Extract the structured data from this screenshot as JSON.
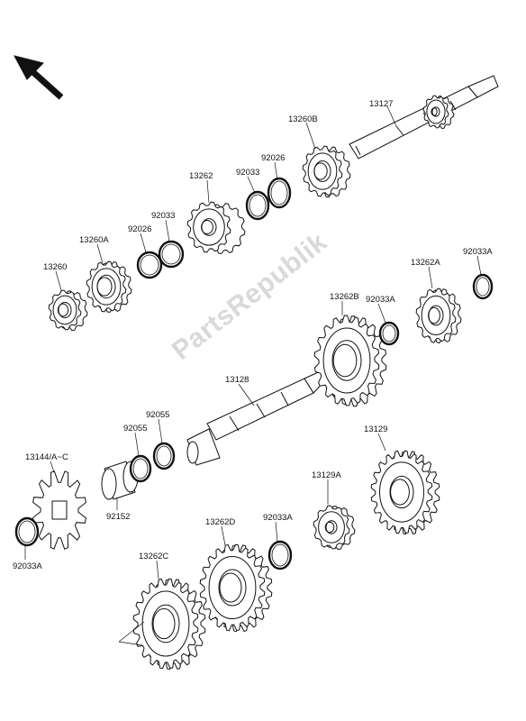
{
  "diagram": {
    "watermark": "PartsRepublik",
    "parts": [
      {
        "id": "13127",
        "label": "13127",
        "shape": "output-shaft"
      },
      {
        "id": "13260B",
        "label": "13260B",
        "shape": "gear"
      },
      {
        "id": "92026-upper",
        "label": "92026",
        "shape": "ring"
      },
      {
        "id": "92033-upper",
        "label": "92033",
        "shape": "ring"
      },
      {
        "id": "13262",
        "label": "13262",
        "shape": "gear"
      },
      {
        "id": "92033-mid",
        "label": "92033",
        "shape": "ring"
      },
      {
        "id": "92026-mid",
        "label": "92026",
        "shape": "ring"
      },
      {
        "id": "13260A",
        "label": "13260A",
        "shape": "gear"
      },
      {
        "id": "13260",
        "label": "13260",
        "shape": "gear"
      },
      {
        "id": "13262A",
        "label": "13262A",
        "shape": "gear"
      },
      {
        "id": "92033A-right",
        "label": "92033A",
        "shape": "ring"
      },
      {
        "id": "13262B",
        "label": "13262B",
        "shape": "gear"
      },
      {
        "id": "92033A-mid",
        "label": "92033A",
        "shape": "ring"
      },
      {
        "id": "13128",
        "label": "13128",
        "shape": "drive-shaft"
      },
      {
        "id": "92055-a",
        "label": "92055",
        "shape": "ring"
      },
      {
        "id": "92055-b",
        "label": "92055",
        "shape": "ring"
      },
      {
        "id": "13144",
        "label": "13144/A~C",
        "shape": "sprocket"
      },
      {
        "id": "92152",
        "label": "92152",
        "shape": "collar"
      },
      {
        "id": "92033A-left",
        "label": "92033A",
        "shape": "ring"
      },
      {
        "id": "13129",
        "label": "13129",
        "shape": "gear"
      },
      {
        "id": "13129A",
        "label": "13129A",
        "shape": "gear"
      },
      {
        "id": "92033A-lower",
        "label": "92033A",
        "shape": "ring"
      },
      {
        "id": "13262D",
        "label": "13262D",
        "shape": "gear"
      },
      {
        "id": "13262C",
        "label": "13262C",
        "shape": "gear"
      }
    ]
  },
  "icons": {
    "direction_arrow": "arrow-up-left-icon"
  },
  "colors": {
    "line": "#111111",
    "fill": "#ffffff",
    "watermark": "#d9d9d9"
  }
}
